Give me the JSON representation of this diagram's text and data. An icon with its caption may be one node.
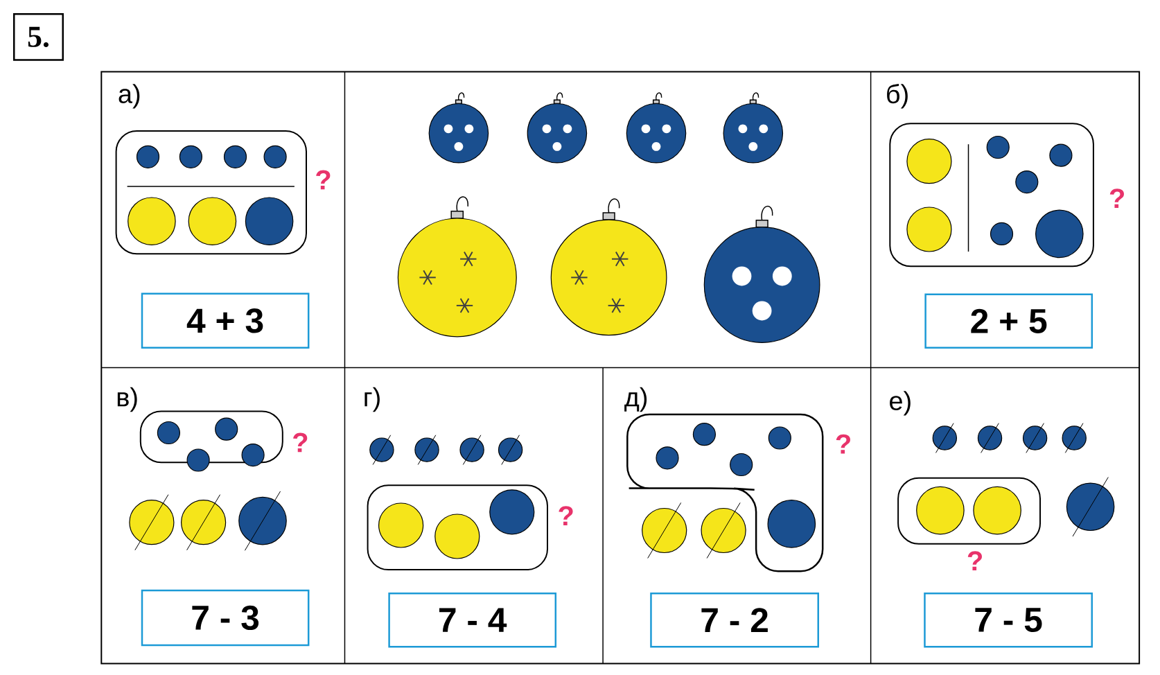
{
  "diagram": {
    "nodes": [
      {
        "text": [
          "5."
        ]
      },
      {
        "text": [
          "4 + 3"
        ]
      },
      {
        "text": [
          "2 + 5"
        ]
      },
      {
        "text": [
          "7 - 3"
        ]
      },
      {
        "text": [
          "7 - 4"
        ]
      },
      {
        "text": [
          "7 - 2"
        ]
      },
      {
        "text": [
          "7 - 5"
        ]
      }
    ],
    "labels": [
      "а)",
      "?",
      "б)",
      "?",
      "в)",
      "?",
      "г)",
      "?",
      "д)",
      "?",
      "е)",
      "?"
    ]
  }
}
